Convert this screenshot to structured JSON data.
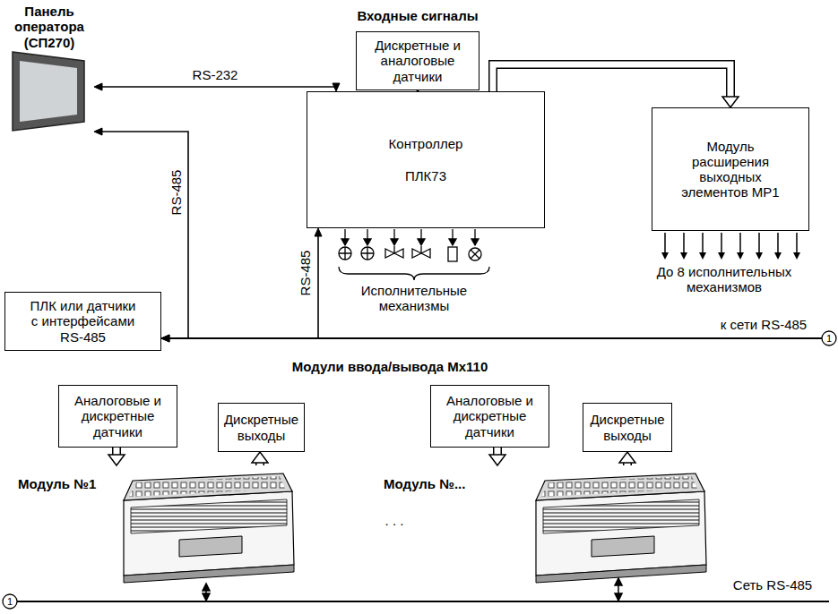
{
  "diagram": {
    "title": "Входные сигналы",
    "nodes": [
      {
        "text": [
          "Панель оператора (СП270)"
        ]
      },
      {
        "text": [
          "Дискретные и аналоговые датчики"
        ]
      },
      {
        "text": [
          "Контроллер",
          "ПЛК73"
        ]
      },
      {
        "text": [
          "Модуль расширения выходных элементов МР1"
        ]
      },
      {
        "text": [
          "ПЛК или датчики с интерфейсами RS-485"
        ]
      },
      {
        "text": [
          "Аналоговые и дискретные датчики"
        ]
      },
      {
        "text": [
          "Дискретные выходы"
        ]
      },
      {
        "text": [
          "Аналоговые и дискретные датчики"
        ]
      },
      {
        "text": [
          "Дискретные выходы"
        ]
      },
      {
        "text": [
          "Модуль №1"
        ]
      },
      {
        "text": [
          "Модуль №..."
        ]
      }
    ],
    "edges": [
      {
        "from": 0,
        "to": 2,
        "label": "RS-232",
        "arrow": "both"
      },
      {
        "from": 1,
        "to": 2,
        "arrow": "to"
      },
      {
        "from": 2,
        "to": 3,
        "arrow": "to"
      },
      {
        "from": 4,
        "to": 0,
        "arrow": "both"
      },
      {
        "from": 2,
        "to": 4,
        "arrow": "both"
      },
      {
        "from": 5,
        "to": 9,
        "arrow": "to"
      },
      {
        "from": 9,
        "to": 6,
        "arrow": "to"
      },
      {
        "from": 7,
        "to": 10,
        "arrow": "to"
      },
      {
        "from": 10,
        "to": 8,
        "arrow": "to"
      }
    ],
    "labels": [
      "RS-485",
      "RS-485",
      "Исполнительные механизмы",
      "До 8 исполнительных механизмов",
      "к сети RS-485",
      "1",
      "Модули ввода/вывода Мх110",
      ". . .",
      "Сеть RS-485",
      "1"
    ]
  }
}
